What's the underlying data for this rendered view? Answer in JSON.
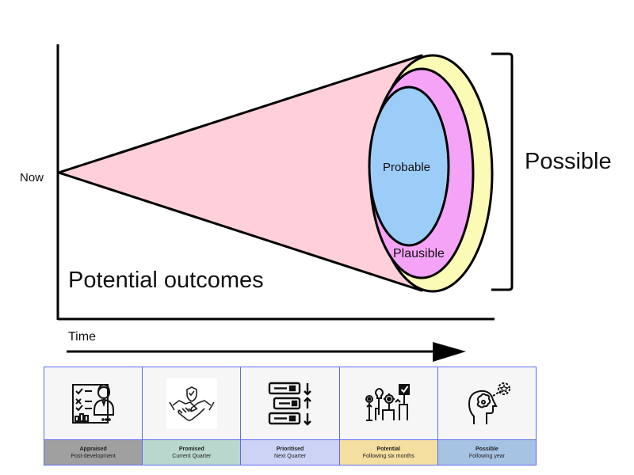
{
  "diagram": {
    "now_label": "Now",
    "time_label": "Time",
    "possible_label": "Possible",
    "plausible_label": "Plausible",
    "probable_label": "Probable",
    "outcomes_label": "Potential outcomes",
    "colors": {
      "cone": "#ffd0d9",
      "possible": "#fbfbb5",
      "plausible": "#f5a3f7",
      "probable": "#9ccdf9",
      "line": "#000000"
    }
  },
  "stages": [
    {
      "name": "Appraised",
      "period": "Post-development",
      "icon": "appraisal-report-icon",
      "color": "#a0a0a0"
    },
    {
      "name": "Promised",
      "period": "Current Quarter",
      "icon": "handshake-icon",
      "color": "#b9d7cc"
    },
    {
      "name": "Prioritised",
      "period": "Next Quarter",
      "icon": "priority-list-icon",
      "color": "#cdd3f5"
    },
    {
      "name": "Potential",
      "period": "Following six months",
      "icon": "ideas-network-icon",
      "color": "#f4dea0"
    },
    {
      "name": "Possible",
      "period": "Following year",
      "icon": "head-thinking-icon",
      "color": "#a7c3e3"
    }
  ]
}
